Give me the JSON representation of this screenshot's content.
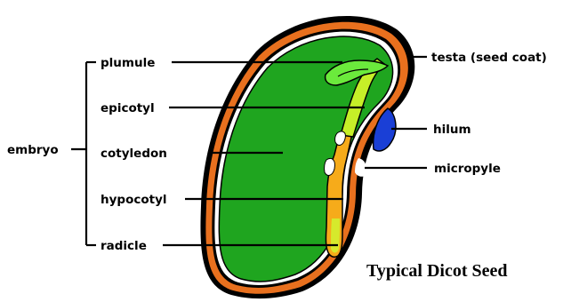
{
  "labels": {
    "embryo": "embryo",
    "plumule": "plumule",
    "epicotyl": "epicotyl",
    "cotyledon": "cotyledon",
    "hypocotyl": "hypocotyl",
    "radicle": "radicle",
    "testa": "testa (seed coat)",
    "hilum": "hilum",
    "micropyle": "micropyle"
  },
  "caption": "Typical Dicot Seed",
  "colors": {
    "testa": "#e8701e",
    "cotyledon": "#1fa51f",
    "plumule": "#6bea3c",
    "epicotyl": "#c6ef28",
    "hypocotyl": "#f6ab1a",
    "hilum": "#1a3fd6",
    "line": "#000000"
  }
}
